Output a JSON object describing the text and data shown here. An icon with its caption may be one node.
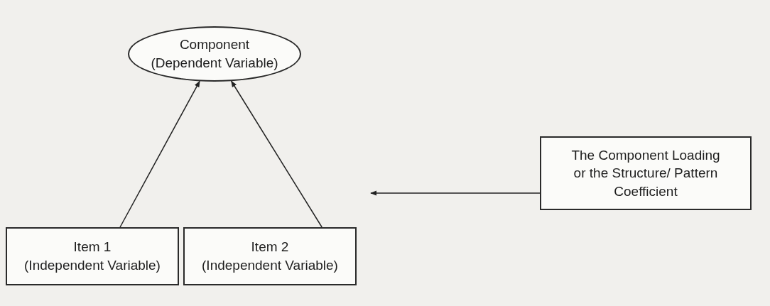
{
  "diagram": {
    "nodes": [
      {
        "text": [
          "Component",
          "(Dependent Variable)"
        ]
      },
      {
        "text": [
          "Item 1",
          "(Independent Variable)"
        ]
      },
      {
        "text": [
          "Item 2",
          "(Independent Variable)"
        ]
      },
      {
        "text": [
          "The Component Loading or the Structure/ Pattern Coefficient"
        ]
      }
    ],
    "edges": [
      {
        "from": 1,
        "to": 0,
        "arrow": "to"
      },
      {
        "from": 2,
        "to": 0,
        "arrow": "to"
      },
      {
        "from": 3,
        "to": null,
        "arrow": "to"
      }
    ]
  }
}
